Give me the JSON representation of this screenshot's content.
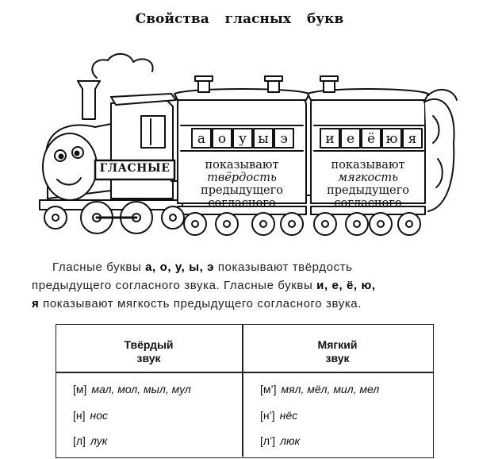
{
  "title": "Свойства гласных букв",
  "engine_label": "ГЛАСНЫЕ",
  "car1": {
    "letters": [
      "а",
      "о",
      "у",
      "ы",
      "э"
    ],
    "line1": "показывают",
    "line2": "твёрдость",
    "line3": "предыдущего",
    "line4": "согласного"
  },
  "car2": {
    "letters": [
      "и",
      "е",
      "ё",
      "ю",
      "я"
    ],
    "line1": "показывают",
    "line2": "мягкость",
    "line3": "предыдущего",
    "line4": "согласного"
  },
  "paragraph": {
    "l1a": "Гласные буквы ",
    "l1b": "а, о, у, ы, э",
    "l1c": " показывают твёрдость",
    "l2a": "предыдущего согласного звука. Гласные буквы ",
    "l2b": "и, е, ё, ю,",
    "l3a": "я",
    "l3b": " показывают мягкость предыдущего согласного звука."
  },
  "table": {
    "head_left_1": "Твёрдый",
    "head_left_2": "звук",
    "head_right_1": "Мягкий",
    "head_right_2": "звук",
    "rows": [
      {
        "left_sound": "[м]",
        "left_words": "мал, мол, мыл, мул",
        "right_sound": "[м’]",
        "right_words": "мял, мёл, мил, мел"
      },
      {
        "left_sound": "[н]",
        "left_words": "нос",
        "right_sound": "[н’]",
        "right_words": "нёс"
      },
      {
        "left_sound": "[л]",
        "left_words": "лук",
        "right_sound": "[л’]",
        "right_words": "люк"
      }
    ]
  }
}
